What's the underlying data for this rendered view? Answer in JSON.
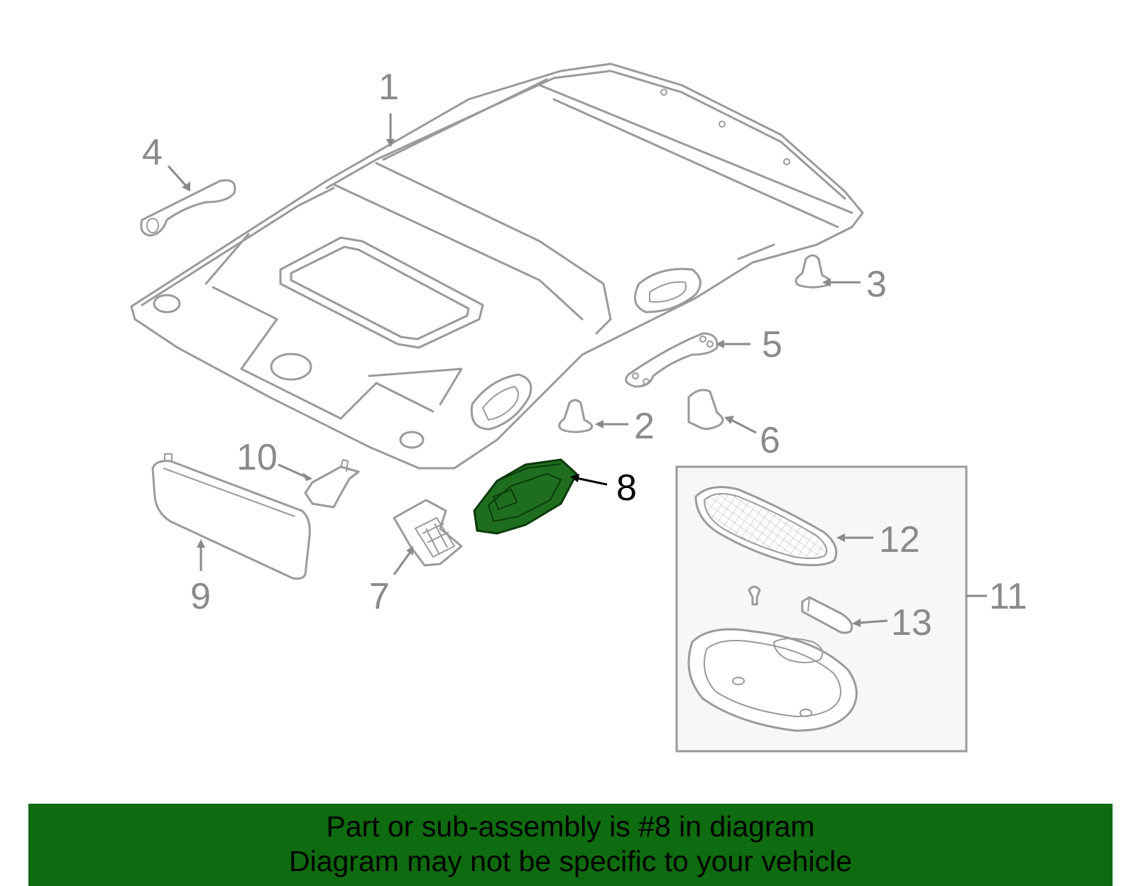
{
  "callouts": {
    "c1": "1",
    "c2": "2",
    "c3": "3",
    "c4": "4",
    "c5": "5",
    "c6": "6",
    "c7": "7",
    "c8": "8",
    "c9": "9",
    "c10": "10",
    "c11": "11",
    "c12": "12",
    "c13": "13"
  },
  "highlighted_part": "8",
  "colors": {
    "highlight": "#1f6e1f",
    "banner": "#0f6b0f",
    "line": "#9a9a9a"
  },
  "banner": {
    "line1": "Part or sub-assembly is #8 in diagram",
    "line2": "Diagram may not be specific to your vehicle"
  }
}
